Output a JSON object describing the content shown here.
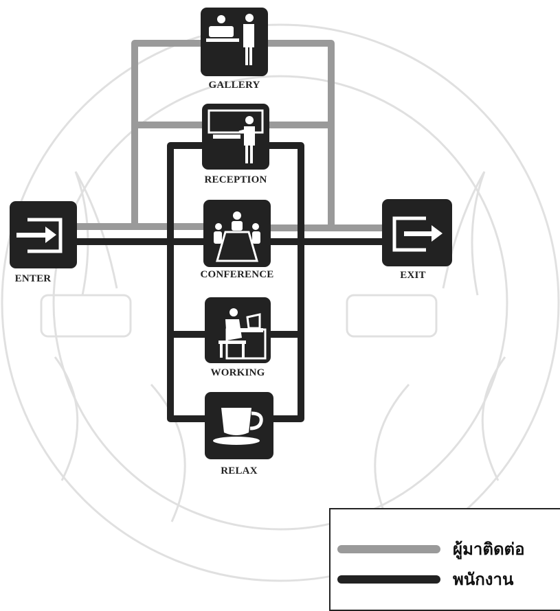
{
  "colors": {
    "visitor_line": "#9a9a9a",
    "staff_line": "#222222",
    "icon_bg": "#222222",
    "icon_fg": "#ffffff",
    "watermark": "#bdbdbd"
  },
  "nodes": {
    "gallery": {
      "label": "GALLERY",
      "icon": "gallery-icon"
    },
    "reception": {
      "label": "RECEPTION",
      "icon": "reception-icon"
    },
    "conference": {
      "label": "CONFERENCE",
      "icon": "conference-icon"
    },
    "working": {
      "label": "WORKING",
      "icon": "working-icon"
    },
    "relax": {
      "label": "RELAX",
      "icon": "coffee-cup-icon"
    },
    "enter": {
      "label": "ENTER",
      "icon": "enter-icon"
    },
    "exit": {
      "label": "EXIT",
      "icon": "exit-icon"
    }
  },
  "legend": {
    "visitor": "ผู้มาติดต่อ",
    "staff": "พนักงาน"
  }
}
